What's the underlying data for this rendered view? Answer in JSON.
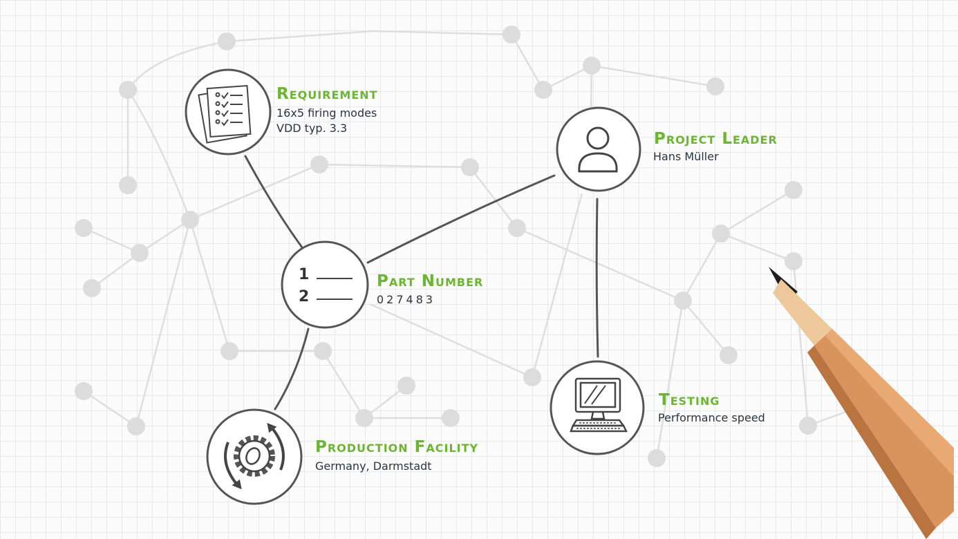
{
  "nodes": {
    "requirement": {
      "title": "Requirement",
      "lines": [
        "16x5 firing modes",
        "VDD typ. 3.3"
      ]
    },
    "project_leader": {
      "title": "Project Leader",
      "lines": [
        "Hans Müller"
      ]
    },
    "part_number": {
      "title": "Part Number",
      "lines": [
        "027483"
      ],
      "icon_digits": [
        "1",
        "2"
      ]
    },
    "production_facility": {
      "title": "Production Facility",
      "lines": [
        "Germany, Darmstadt"
      ]
    },
    "testing": {
      "title": "Testing",
      "lines": [
        "Performance speed"
      ]
    }
  },
  "colors": {
    "accent": "#6cb533",
    "text": "#2a3440",
    "sketch": "#555555",
    "background_node": "#dcdcdc"
  },
  "icons": {
    "requirement": "checklist-icon",
    "project_leader": "person-icon",
    "part_number": "numbered-list-icon",
    "production_facility": "gear-cycle-icon",
    "testing": "computer-icon",
    "decoration": "pencil-icon"
  }
}
